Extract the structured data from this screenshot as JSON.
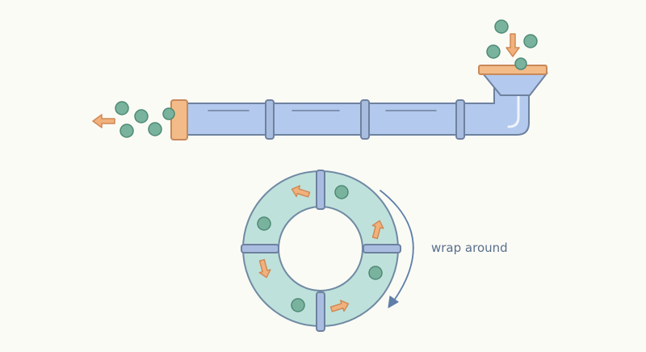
{
  "labels": {
    "wrap_around": "wrap around"
  },
  "colors": {
    "background": "#fbfbf6",
    "pipe_fill": "#b3c9ed",
    "pipe_stroke": "#6e819f",
    "flange_fill": "#a9bde0",
    "cap_fill": "#f3bb88",
    "cap_stroke": "#c8895a",
    "ring_fill": "#bfe1db",
    "ring_stroke": "#6f8aa3",
    "ball_fill": "#79b39d",
    "ball_stroke": "#4e8a76",
    "arrow_fill": "#f2b17c",
    "arrow_stroke": "#cf8a55",
    "wrap_arrow": "#5f7fa8",
    "label_text": "#5a6f8c"
  },
  "icons": {
    "ball": "circle",
    "flow_arrow": "arrow",
    "wrap_arrow": "curved-arrow"
  }
}
